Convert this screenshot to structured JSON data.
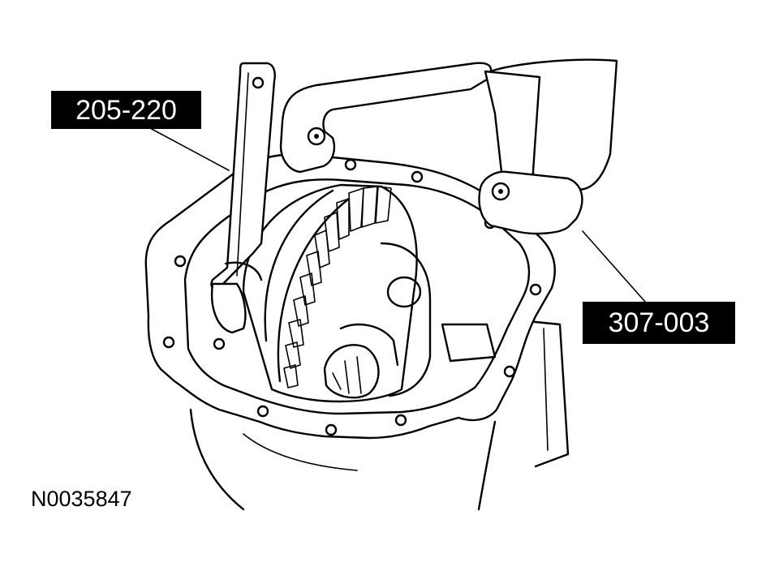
{
  "callouts": {
    "tool_left": "205-220",
    "tool_right": "307-003"
  },
  "figure_id": "N0035847",
  "colors": {
    "line": "#000000",
    "label_bg": "#000000",
    "label_text": "#ffffff",
    "background": "#ffffff"
  }
}
